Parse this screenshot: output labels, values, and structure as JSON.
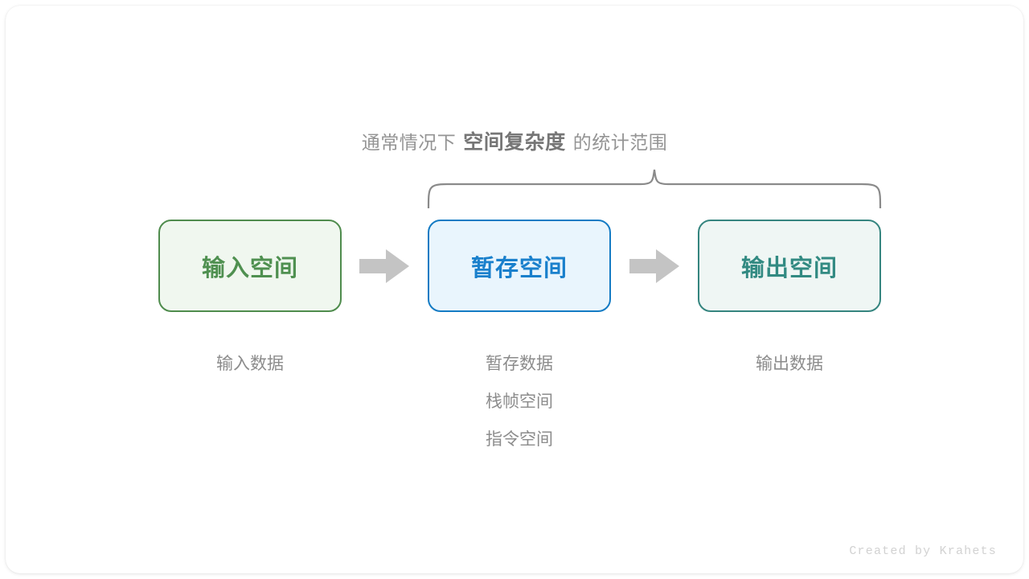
{
  "caption": {
    "prefix": "通常情况下",
    "emphasis": "空间复杂度",
    "suffix": "的统计范围"
  },
  "boxes": [
    {
      "label": "输入空间",
      "border_color": "#4f8c4d",
      "fill_color": "#f0f7ef",
      "text_color": "#4f9050"
    },
    {
      "label": "暂存空间",
      "border_color": "#147bc4",
      "fill_color": "#e9f5fd",
      "text_color": "#1a80cc"
    },
    {
      "label": "输出空间",
      "border_color": "#35857f",
      "fill_color": "#eff6f4",
      "text_color": "#328a82"
    }
  ],
  "arrows": [
    {
      "name": "arrow-input-to-temp",
      "color": "#c4c4c4"
    },
    {
      "name": "arrow-temp-to-output",
      "color": "#c4c4c4"
    }
  ],
  "labels": {
    "input": [
      "输入数据"
    ],
    "temp": [
      "暂存数据",
      "栈帧空间",
      "指令空间"
    ],
    "output": [
      "输出数据"
    ]
  },
  "brace": {
    "color": "#8a8a8a",
    "spans_boxes": [
      "暂存空间",
      "输出空间"
    ]
  },
  "watermark": "Created by Krahets",
  "colors": {
    "background": "#ffffff",
    "caption_text": "#949494",
    "caption_emphasis": "#767676",
    "label_text": "#8c8c8c",
    "watermark_text": "#d2d2d2"
  }
}
